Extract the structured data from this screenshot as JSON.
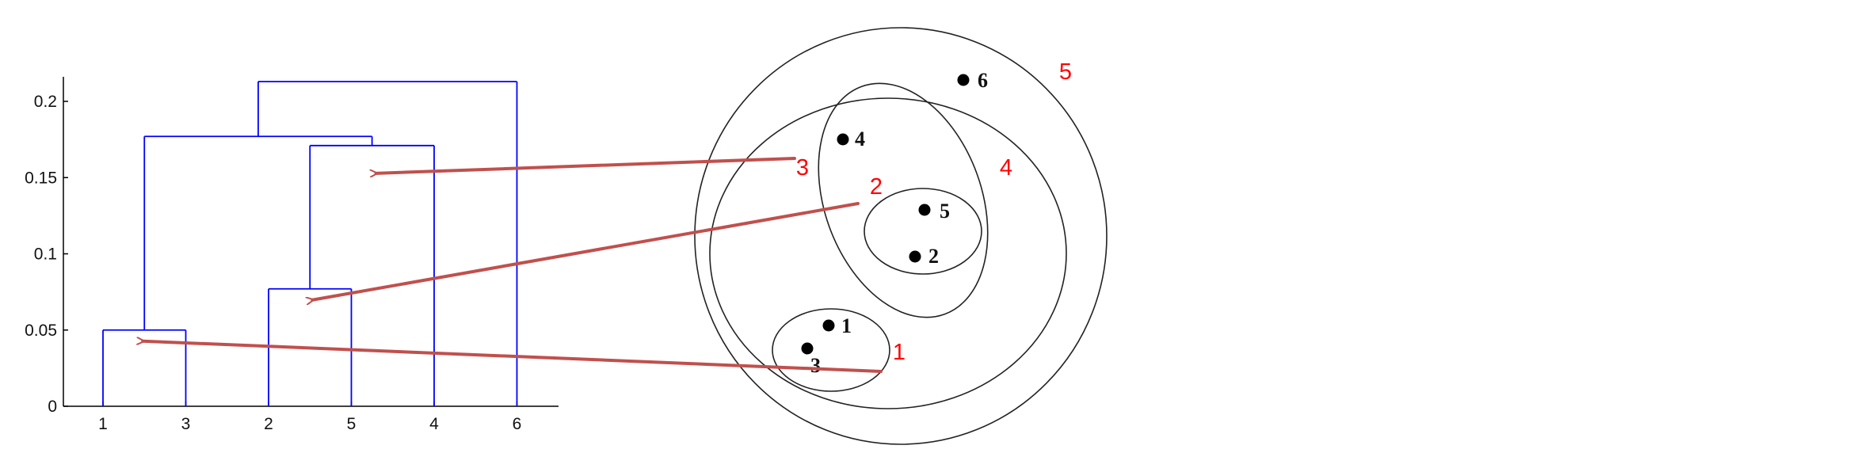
{
  "colors": {
    "dendrogram_lines": "#0000ff",
    "axes": "#000000",
    "arrows": "#c0504d",
    "cluster_labels": "#ff0000",
    "circles": "#222222",
    "points": "#000000"
  },
  "dendrogram": {
    "y_axis": {
      "range": [
        0,
        0.22
      ],
      "ticks": [
        {
          "value": 0,
          "label": "0"
        },
        {
          "value": 0.05,
          "label": "0.05"
        },
        {
          "value": 0.1,
          "label": "0.1"
        },
        {
          "value": 0.15,
          "label": "0.15"
        },
        {
          "value": 0.2,
          "label": "0.2"
        }
      ]
    },
    "leaves": [
      "1",
      "3",
      "2",
      "5",
      "4",
      "6"
    ],
    "merges": [
      {
        "a": "1",
        "b": "3",
        "height": 0.05
      },
      {
        "a": "2",
        "b": "5",
        "height": 0.077
      },
      {
        "a": "2,5",
        "b": "4",
        "height": 0.171
      },
      {
        "a": "1,3",
        "b": "2,5,4",
        "height": 0.177
      },
      {
        "a": "1,3,2,5,4",
        "b": "6",
        "height": 0.213
      }
    ]
  },
  "cluster_diagram": {
    "points": [
      {
        "id": "1",
        "label": "1"
      },
      {
        "id": "2",
        "label": "2"
      },
      {
        "id": "3",
        "label": "3"
      },
      {
        "id": "4",
        "label": "4"
      },
      {
        "id": "5",
        "label": "5"
      },
      {
        "id": "6",
        "label": "6"
      }
    ],
    "clusters": [
      {
        "label": "1",
        "members": [
          "1",
          "3"
        ]
      },
      {
        "label": "2",
        "members": [
          "2",
          "5"
        ]
      },
      {
        "label": "3",
        "members": [
          "4",
          "2",
          "5"
        ]
      },
      {
        "label": "4",
        "members": [
          "1",
          "3",
          "4",
          "2",
          "5"
        ]
      },
      {
        "label": "5",
        "members": [
          "1",
          "3",
          "4",
          "2",
          "5",
          "6"
        ]
      }
    ]
  },
  "arrows": [
    {
      "from_cluster": "1",
      "to_merge": "1,3"
    },
    {
      "from_cluster": "2",
      "to_merge": "2,5"
    },
    {
      "from_cluster": "3",
      "to_merge": "2,5,4"
    }
  ]
}
